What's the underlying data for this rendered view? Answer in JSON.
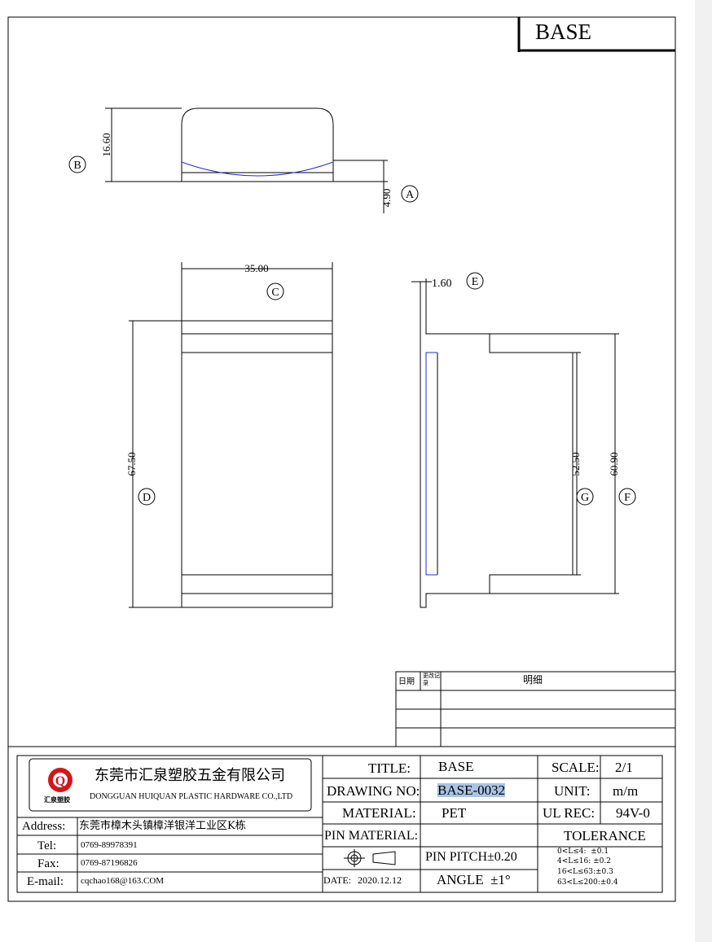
{
  "sheet": {
    "corner_title": "BASE"
  },
  "dimensions": {
    "b_height": "16.60",
    "a_height": "4.90",
    "c_width": "35.00",
    "d_length": "67.50",
    "e_thickness": "1.60",
    "g_inner": "52.50",
    "f_outer": "60.90"
  },
  "callouts": {
    "a": "A",
    "b": "B",
    "c": "C",
    "d": "D",
    "e": "E",
    "f": "F",
    "g": "G"
  },
  "revision_table": {
    "date_header": "日期",
    "change_header": "更改记录",
    "detail_header": "明细"
  },
  "company": {
    "name_cn": "东莞市汇泉塑胶五金有限公司",
    "name_en": "DONGGUAN HUIQUAN PLASTIC HARDWARE CO.,LTD",
    "logo_letter": "Q",
    "logo_caption": "汇泉塑胶",
    "address_label": "Address:",
    "address": "东莞市樟木头镇樟洋银洋工业区K栋",
    "tel_label": "Tel:",
    "tel": "0769-89978391",
    "fax_label": "Fax:",
    "fax": "0769-87196826",
    "email_label": "E-mail:",
    "email": "cqchao168@163.COM"
  },
  "title_block": {
    "title_label": "TITLE:",
    "title": "BASE",
    "drawing_no_label": "DRAWING NO:",
    "drawing_no": "BASE-0032",
    "material_label": "MATERIAL:",
    "material": "PET",
    "pin_material_label": "PIN MATERIAL:",
    "pin_material": "",
    "date_label": "DATE:",
    "date": "2020.12.12",
    "pin_pitch": "PIN PITCH±0.20",
    "angle": "ANGLE  ±1°",
    "scale_label": "SCALE:",
    "scale": "2/1",
    "unit_label": "UNIT:",
    "unit": "m/m",
    "ul_rec_label": "UL REC:",
    "ul_rec": "94V-0",
    "tolerance_label": "TOLERANCE",
    "tolerances": [
      "0<L≤4:  ±0.1",
      "4<L≤16: ±0.2",
      "16<L≤63:±0.3",
      "63<L≤200:±0.4"
    ]
  }
}
